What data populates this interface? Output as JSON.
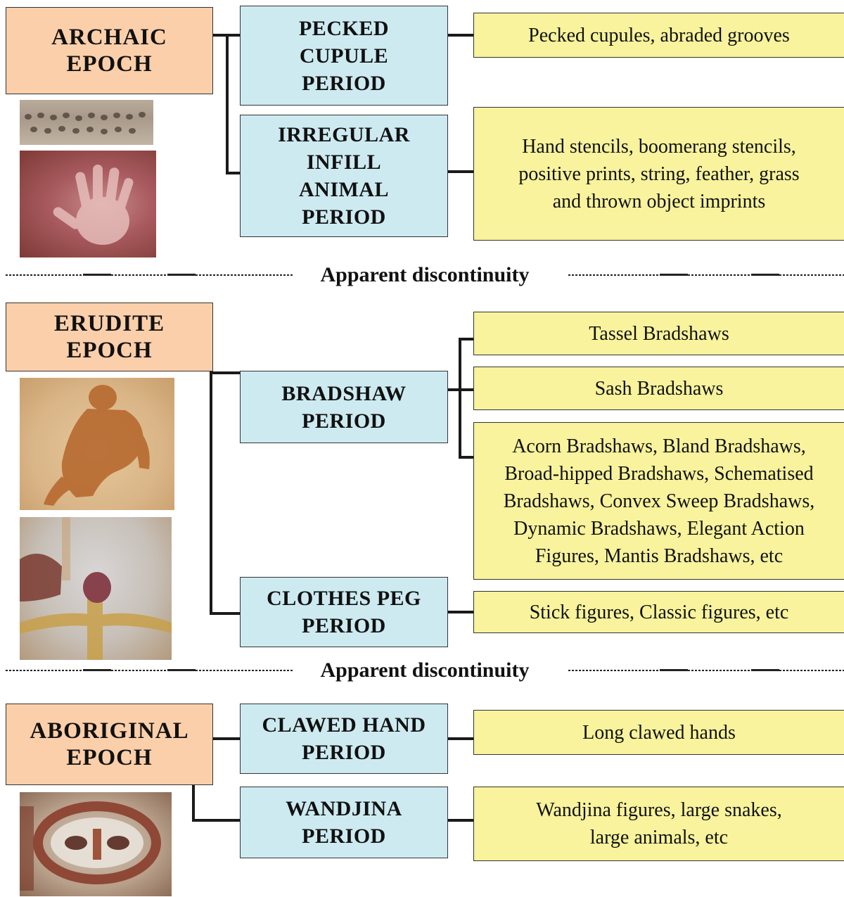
{
  "epochs": {
    "archaic": {
      "title": "ARCHAIC\nEPOCH",
      "periods": {
        "pecked": {
          "label": "PECKED\nCUPULE\nPERIOD",
          "desc": "Pecked cupules, abraded grooves"
        },
        "irregular": {
          "label": "IRREGULAR\nINFILL\nANIMAL\nPERIOD",
          "desc": "Hand stencils, boomerang stencils,\npositive prints, string, feather, grass\nand thrown object imprints"
        }
      }
    },
    "erudite": {
      "title": "ERUDITE\nEPOCH",
      "periods": {
        "bradshaw": {
          "label": "BRADSHAW\nPERIOD",
          "descs": [
            "Tassel Bradshaws",
            "Sash Bradshaws",
            "Acorn Bradshaws, Bland Bradshaws,\nBroad-hipped Bradshaws, Schematised\nBradshaws, Convex Sweep Bradshaws,\nDynamic Bradshaws, Elegant Action\nFigures, Mantis Bradshaws, etc"
          ]
        },
        "clothes_peg": {
          "label": "CLOTHES PEG\nPERIOD",
          "desc": "Stick figures, Classic figures, etc"
        }
      }
    },
    "aboriginal": {
      "title": "ABORIGINAL\nEPOCH",
      "periods": {
        "clawed": {
          "label": "CLAWED HAND\nPERIOD",
          "desc": "Long clawed hands"
        },
        "wandjina": {
          "label": "WANDJINA\nPERIOD",
          "desc": "Wandjina figures, large snakes,\nlarge animals, etc"
        }
      }
    }
  },
  "dividers": [
    "Apparent discontinuity",
    "Apparent discontinuity"
  ],
  "colors": {
    "epoch": "#fbcfaa",
    "period": "#cdeaf1",
    "description": "#f8f39c"
  }
}
